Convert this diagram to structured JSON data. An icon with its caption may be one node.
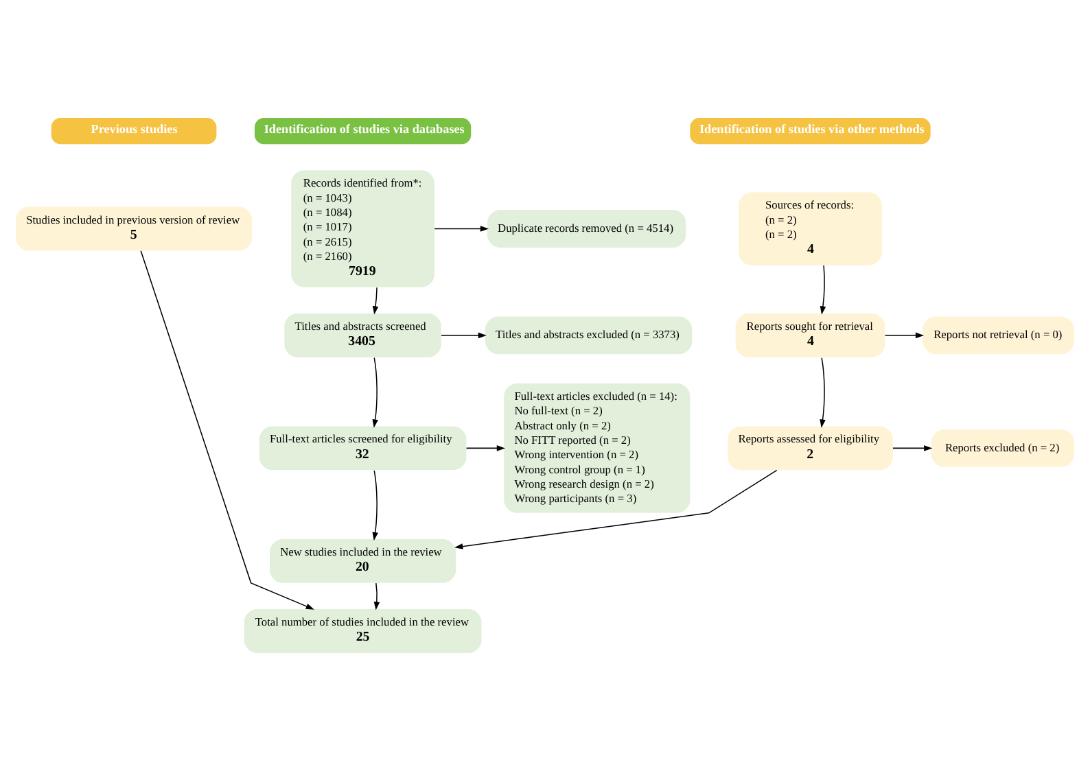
{
  "diagram": {
    "nodes": [
      {
        "text": [
          "Previous studies"
        ]
      },
      {
        "text": [
          "Identification of studies via databases"
        ]
      },
      {
        "text": [
          "Identification of studies via other methods"
        ]
      },
      {
        "text": [
          "Studies included in previous version of review",
          "5"
        ]
      },
      {
        "text": [
          "Records identified from*:",
          "(n = 1043)",
          "(n = 1084)",
          "(n = 1017)",
          "(n = 2615)",
          "(n = 2160)",
          "7919"
        ]
      },
      {
        "text": [
          "Duplicate records removed (n = 4514)"
        ]
      },
      {
        "text": [
          "Sources of records:",
          "(n = 2)",
          "(n = 2)",
          "4"
        ]
      },
      {
        "text": [
          "Titles and abstracts screened",
          "3405"
        ]
      },
      {
        "text": [
          "Titles and abstracts excluded (n = 3373)"
        ]
      },
      {
        "text": [
          "Reports sought for retrieval",
          "4"
        ]
      },
      {
        "text": [
          "Reports not retrieval (n = 0)"
        ]
      },
      {
        "text": [
          "Full-text articles screened for eligibility",
          "32"
        ]
      },
      {
        "text": [
          "Full-text articles excluded (n = 14):",
          "No full-text (n = 2)",
          "Abstract only (n = 2)",
          "No FITT reported (n = 2)",
          "Wrong intervention (n = 2)",
          "Wrong control group (n = 1)",
          "Wrong research design (n = 2)",
          "Wrong participants (n = 3)"
        ]
      },
      {
        "text": [
          "Reports assessed for eligibility",
          "2"
        ]
      },
      {
        "text": [
          "Reports excluded (n = 2)"
        ]
      },
      {
        "text": [
          "New studies included in the review",
          "20"
        ]
      },
      {
        "text": [
          "Total number of studies included in the review",
          "25"
        ]
      }
    ],
    "edges": [
      {
        "from": 3,
        "to": 16,
        "arrow": "to"
      },
      {
        "from": 4,
        "to": 5,
        "arrow": "to"
      },
      {
        "from": 4,
        "to": 7,
        "arrow": "to"
      },
      {
        "from": 6,
        "to": 9,
        "arrow": "to"
      },
      {
        "from": 7,
        "to": 8,
        "arrow": "to"
      },
      {
        "from": 7,
        "to": 11,
        "arrow": "to"
      },
      {
        "from": 9,
        "to": 10,
        "arrow": "to"
      },
      {
        "from": 9,
        "to": 13,
        "arrow": "to"
      },
      {
        "from": 11,
        "to": 12,
        "arrow": "to"
      },
      {
        "from": 11,
        "to": 15,
        "arrow": "to"
      },
      {
        "from": 13,
        "to": 14,
        "arrow": "to"
      },
      {
        "from": 13,
        "to": 15,
        "arrow": "to"
      },
      {
        "from": 15,
        "to": 16,
        "arrow": "to"
      }
    ]
  }
}
